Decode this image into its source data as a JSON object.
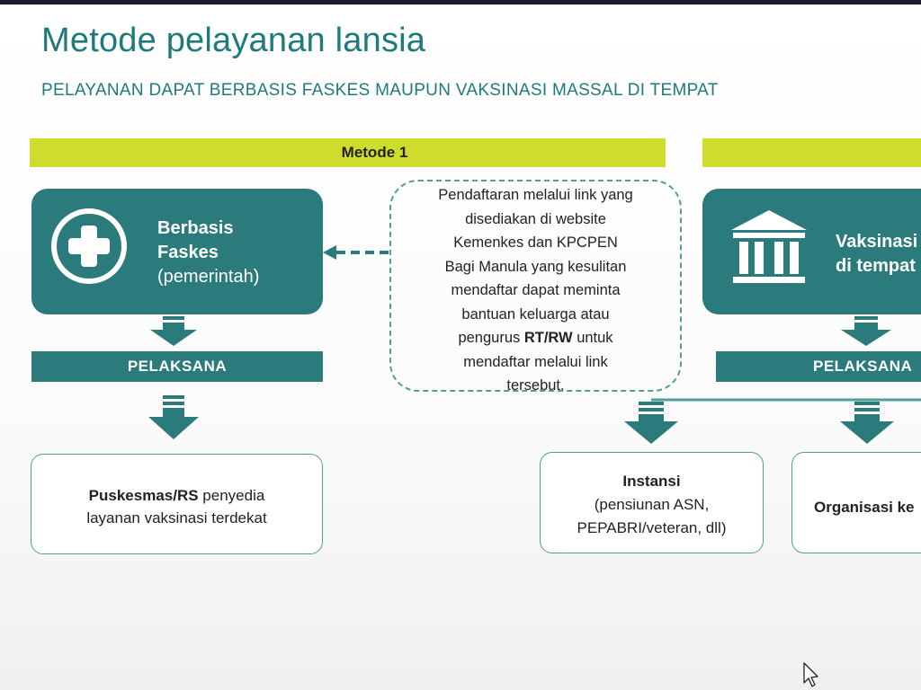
{
  "title": "Metode pelayanan lansia",
  "subtitle": "PELAYANAN DAPAT BERBASIS FASKES MAUPUN VAKSINASI MASSAL DI TEMPAT",
  "colors": {
    "teal": "#2c7b7c",
    "lime": "#cfdc2e",
    "dashed_border": "#4f9f96"
  },
  "method1": {
    "band_label": "Metode 1",
    "box": {
      "icon": "medical-cross-icon",
      "line1": "Berbasis",
      "line2": "Faskes",
      "line3": "(pemerintah)"
    },
    "pelaksana": "PELAKSANA",
    "outcome": {
      "bold": "Puskesmas/RS",
      "rest": " penyedia",
      "line2": "layanan vaksinasi terdekat"
    }
  },
  "note": {
    "lines": [
      "Pendaftaran melalui link yang",
      "disediakan di website",
      "Kemenkes dan KPCPEN",
      "Bagi Manula yang kesulitan",
      "mendaftar dapat meminta",
      "bantuan keluarga atau"
    ],
    "line7_pre": "pengurus ",
    "line7_bold": "RT/RW",
    "line7_post": " untuk",
    "line8": "mendaftar melalui link",
    "line9": "tersebut."
  },
  "method2": {
    "box": {
      "icon": "government-building-icon",
      "line1": "Vaksinasi",
      "line2": "di tempat"
    },
    "pelaksana": "PELAKSANA",
    "outcome_instansi": {
      "title": "Instansi",
      "line2": "(pensiunan ASN,",
      "line3": "PEPABRI/veteran, dll)"
    },
    "outcome_organisasi": {
      "title": "Organisasi ke"
    }
  },
  "icons": [
    "medical-cross-icon",
    "government-building-icon",
    "arrow-down-icon",
    "dashed-arrow-left-icon",
    "mouse-cursor-icon"
  ]
}
